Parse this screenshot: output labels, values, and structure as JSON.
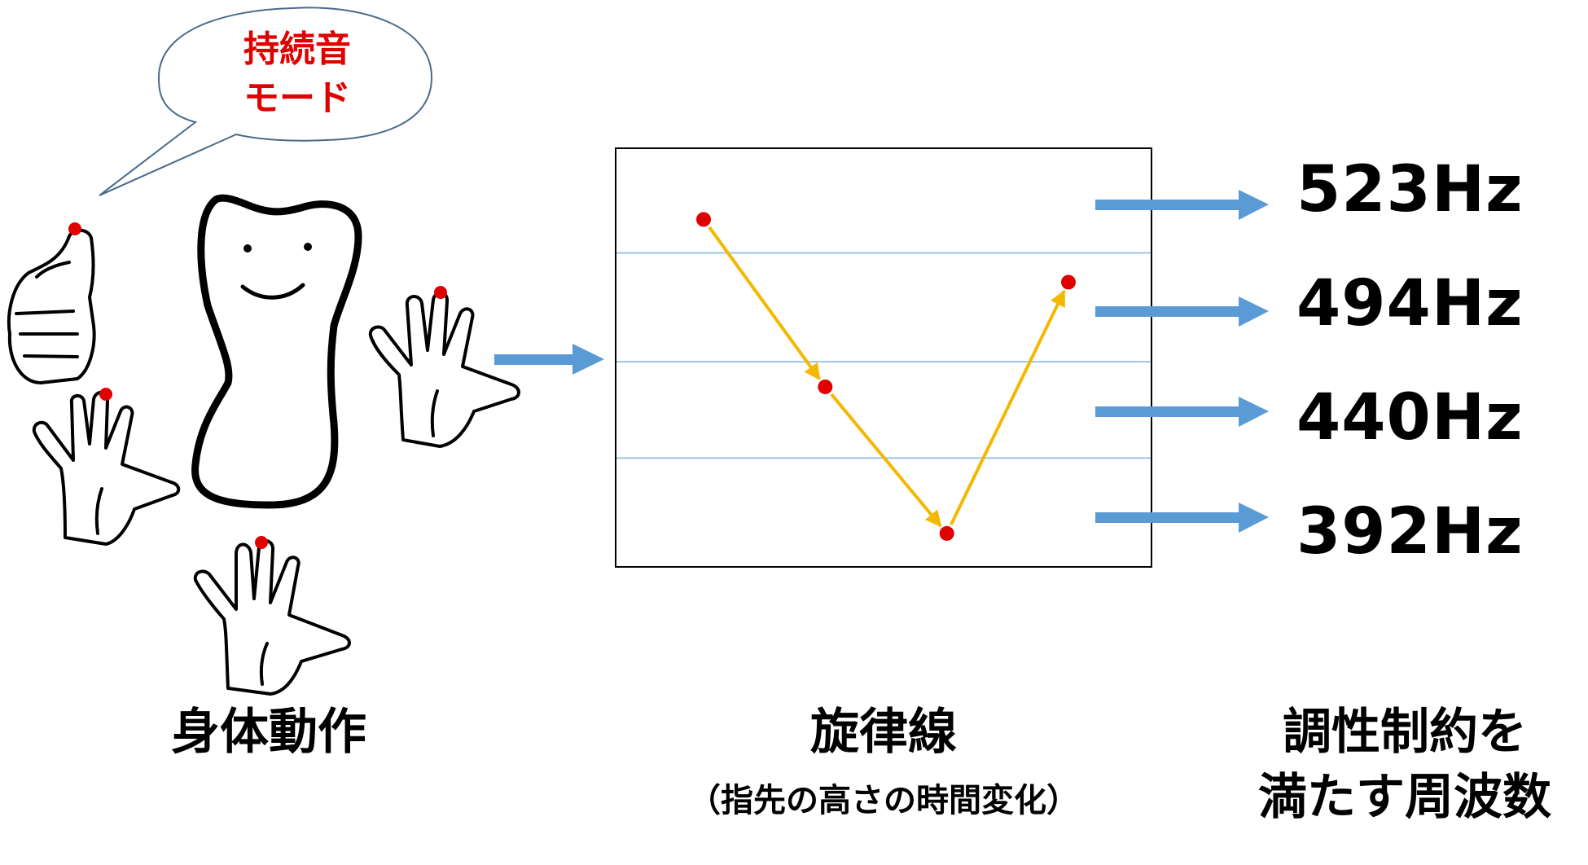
{
  "bubble": {
    "line1": "持続音",
    "line2": "モード"
  },
  "captions": {
    "body_motion": "身体動作",
    "melody": "旋律線",
    "melody_sub": "（指先の高さの時間変化）",
    "freq_line1": "調性制約を",
    "freq_line2": "満たす周波数"
  },
  "frequencies": [
    "523Hz",
    "494Hz",
    "440Hz",
    "392Hz"
  ],
  "colors": {
    "bubble_text": "#e00000",
    "fingertip_dot": "#e00000",
    "melody_line": "#f5b800",
    "arrow": "#5b9bd5",
    "guide_line": "#9dc3e6"
  },
  "chart_data": {
    "type": "line",
    "x": [
      1,
      2,
      3,
      4
    ],
    "values": [
      0.83,
      0.43,
      0.08,
      0.68
    ],
    "ylim": [
      0,
      1
    ],
    "guide_levels": [
      0.75,
      0.49,
      0.26
    ]
  }
}
